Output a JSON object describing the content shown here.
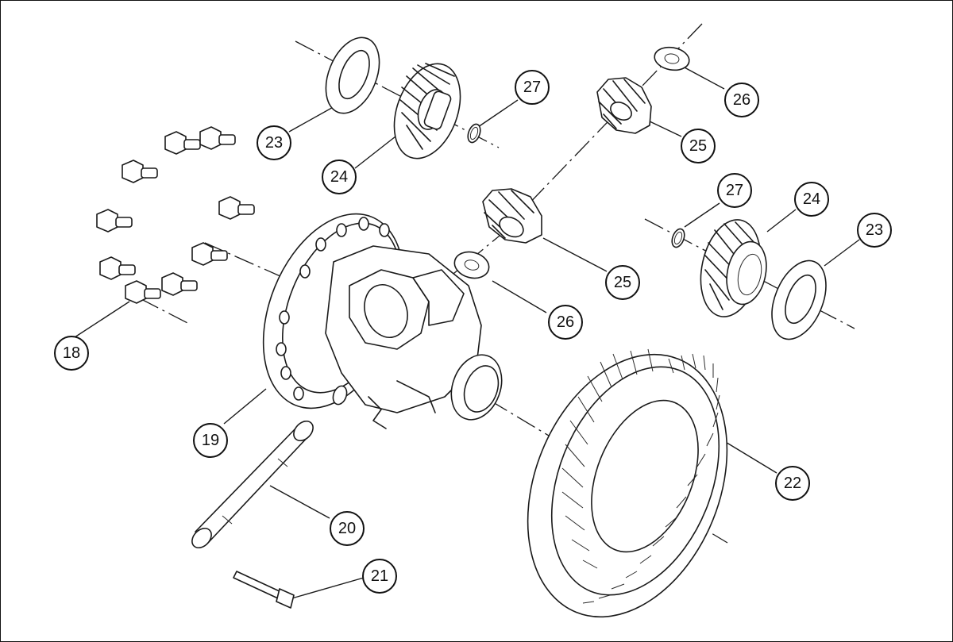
{
  "diagram": {
    "callouts": [
      {
        "id": "c18",
        "label": "18"
      },
      {
        "id": "c19",
        "label": "19"
      },
      {
        "id": "c20",
        "label": "20"
      },
      {
        "id": "c21",
        "label": "21"
      },
      {
        "id": "c22",
        "label": "22"
      },
      {
        "id": "c23a",
        "label": "23"
      },
      {
        "id": "c23b",
        "label": "23"
      },
      {
        "id": "c24a",
        "label": "24"
      },
      {
        "id": "c24b",
        "label": "24"
      },
      {
        "id": "c25a",
        "label": "25"
      },
      {
        "id": "c25b",
        "label": "25"
      },
      {
        "id": "c26a",
        "label": "26"
      },
      {
        "id": "c26b",
        "label": "26"
      },
      {
        "id": "c27a",
        "label": "27"
      },
      {
        "id": "c27b",
        "label": "27"
      }
    ]
  }
}
